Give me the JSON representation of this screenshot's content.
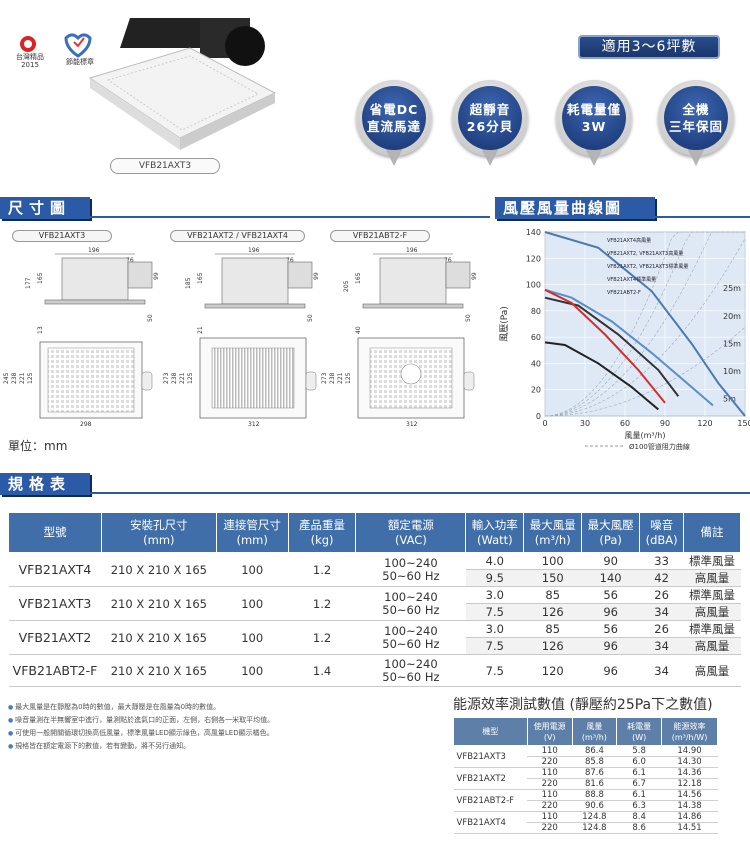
{
  "hero": {
    "model_label": "VFB21AXT3",
    "apply_range": "適用3～6坪數",
    "logo_text_1": "台灣精品",
    "logo_year": "2015",
    "logo_text_2": "節能標章",
    "badges": [
      {
        "line1": "省電DC",
        "line2": "直流馬達"
      },
      {
        "line1": "超靜音",
        "line2": "26分貝"
      },
      {
        "line1": "耗電量僅",
        "line2": "3W"
      },
      {
        "line1": "全機",
        "line2": "三年保固"
      }
    ]
  },
  "dimensions": {
    "title": "尺寸圖",
    "models": [
      "VFB21AXT3",
      "VFB21AXT2 / VFB21AXT4",
      "VFB21ABT2-F"
    ],
    "unit": "單位：mm",
    "d1": {
      "width": "196",
      "side": "76",
      "h1": "177",
      "h2": "165",
      "h3": "99",
      "h4": "13",
      "h5": "50",
      "base": "298",
      "b1": "245",
      "b2": "238",
      "b3": "221",
      "b4": "125"
    },
    "d2": {
      "width": "196",
      "side": "76",
      "h1": "185",
      "h2": "165",
      "h3": "99",
      "h4": "21",
      "h5": "50",
      "base": "312",
      "b1": "273",
      "b2": "238",
      "b3": "221",
      "b4": "125"
    },
    "d3": {
      "width": "196",
      "side": "76",
      "h1": "205",
      "h2": "165",
      "h3": "99",
      "h4": "40",
      "h5": "50",
      "base": "312",
      "b1": "273",
      "b2": "238",
      "b3": "221",
      "b4": "125"
    }
  },
  "curve": {
    "title": "風壓風量曲線圖",
    "legend_note": "Ø100管道阻力曲線",
    "chart_data": {
      "type": "line",
      "xlabel": "風量(m³/h)",
      "ylabel": "風壓(Pa)",
      "xlim": [
        0,
        150
      ],
      "ylim": [
        0,
        140
      ],
      "xticks": [
        "0",
        "30",
        "60",
        "90",
        "120",
        "150"
      ],
      "yticks": [
        "0",
        "20",
        "40",
        "60",
        "80",
        "100",
        "120",
        "140"
      ],
      "series": [
        {
          "name": "VFB21AXT4高風量",
          "color": "#4a7ab0",
          "points": [
            [
              0,
              140
            ],
            [
              40,
              128
            ],
            [
              80,
              95
            ],
            [
              110,
              55
            ],
            [
              130,
              25
            ],
            [
              150,
              0
            ]
          ]
        },
        {
          "name": "VFB21AXT2, VFB21AXT3高風量",
          "color": "#5a8ec8",
          "points": [
            [
              0,
              96
            ],
            [
              20,
              90
            ],
            [
              50,
              72
            ],
            [
              80,
              48
            ],
            [
              110,
              22
            ],
            [
              126,
              8
            ]
          ]
        },
        {
          "name": "VFB21AXT2, VFB21AXT3標準風量",
          "color": "#222222",
          "points": [
            [
              0,
              56
            ],
            [
              15,
              54
            ],
            [
              40,
              40
            ],
            [
              65,
              22
            ],
            [
              85,
              5
            ]
          ]
        },
        {
          "name": "VFB21AXT4標準風量",
          "color": "#333333",
          "points": [
            [
              0,
              90
            ],
            [
              25,
              84
            ],
            [
              55,
              62
            ],
            [
              85,
              35
            ],
            [
              100,
              15
            ]
          ]
        },
        {
          "name": "VFB21ABT2-F",
          "color": "#d03030",
          "points": [
            [
              0,
              96
            ],
            [
              20,
              86
            ],
            [
              45,
              62
            ],
            [
              70,
              35
            ],
            [
              90,
              10
            ]
          ]
        }
      ],
      "resistance_labels": [
        "25m",
        "20m",
        "15m",
        "10m",
        "5m"
      ]
    }
  },
  "spec": {
    "title": "規格表",
    "headers": [
      "型號",
      "安裝孔尺寸\n(mm)",
      "連接管尺寸\n(mm)",
      "產品重量\n(kg)",
      "額定電源\n(VAC)",
      "輸入功率\n(Watt)",
      "最大風量\n(m³/h)",
      "最大風壓\n(Pa)",
      "噪音\n(dBA)",
      "備註"
    ],
    "rows": [
      {
        "model": "VFB21AXT4",
        "hole": "210 X 210 X 165",
        "pipe": "100",
        "weight": "1.2",
        "v1": "100~240",
        "v2": "50~60 Hz",
        "w": [
          "4.0",
          "9.5"
        ],
        "flow": [
          "100",
          "150"
        ],
        "pa": [
          "90",
          "140"
        ],
        "db": [
          "33",
          "42"
        ],
        "note": [
          "標準風量",
          "高風量"
        ]
      },
      {
        "model": "VFB21AXT3",
        "hole": "210 X 210 X 165",
        "pipe": "100",
        "weight": "1.2",
        "v1": "100~240",
        "v2": "50~60 Hz",
        "w": [
          "3.0",
          "7.5"
        ],
        "flow": [
          "85",
          "126"
        ],
        "pa": [
          "56",
          "96"
        ],
        "db": [
          "26",
          "34"
        ],
        "note": [
          "標準風量",
          "高風量"
        ]
      },
      {
        "model": "VFB21AXT2",
        "hole": "210 X 210 X 165",
        "pipe": "100",
        "weight": "1.2",
        "v1": "100~240",
        "v2": "50~60 Hz",
        "w": [
          "3.0",
          "7.5"
        ],
        "flow": [
          "85",
          "126"
        ],
        "pa": [
          "56",
          "96"
        ],
        "db": [
          "26",
          "34"
        ],
        "note": [
          "標準風量",
          "高風量"
        ]
      },
      {
        "model": "VFB21ABT2-F",
        "hole": "210 X 210 X 165",
        "pipe": "100",
        "weight": "1.4",
        "v1": "100~240",
        "v2": "50~60 Hz",
        "w": [
          "7.5"
        ],
        "flow": [
          "120"
        ],
        "pa": [
          "96"
        ],
        "db": [
          "34"
        ],
        "note": [
          "高風量"
        ]
      }
    ],
    "notes": [
      "最大風量是在靜壓為0時的數值，最大靜壓是在風量為0時的數值。",
      "噪音量測在半無響室中進行，量測點於進氣口的正面，左側，右側各一米取平均值。",
      "可使用一般開關循環切換高低風量，標準風量LED顯示綠色，高風量LED顯示橘色。",
      "規格皆在額定電源下的數值，若有變動，將不另行通知。"
    ]
  },
  "efficiency": {
    "title": "能源效率測試數值 (靜壓約25Pa下之數值)",
    "headers": [
      "機型",
      "使用電源\n(V)",
      "風量\n(m³/h)",
      "耗電量\n(W)",
      "能源效率\n(m³/h/W)"
    ],
    "rows": [
      {
        "model": "VFB21AXT3",
        "data": [
          [
            "110",
            "86.4",
            "5.8",
            "14.90"
          ],
          [
            "220",
            "85.8",
            "6.0",
            "14.30"
          ]
        ]
      },
      {
        "model": "VFB21AXT2",
        "data": [
          [
            "110",
            "87.6",
            "6.1",
            "14.36"
          ],
          [
            "220",
            "81.6",
            "6.7",
            "12.18"
          ]
        ]
      },
      {
        "model": "VFB21ABT2-F",
        "data": [
          [
            "110",
            "88.8",
            "6.1",
            "14.56"
          ],
          [
            "220",
            "90.6",
            "6.3",
            "14.38"
          ]
        ]
      },
      {
        "model": "VFB21AXT4",
        "data": [
          [
            "110",
            "124.8",
            "8.4",
            "14.86"
          ],
          [
            "220",
            "124.8",
            "8.6",
            "14.51"
          ]
        ]
      }
    ]
  }
}
